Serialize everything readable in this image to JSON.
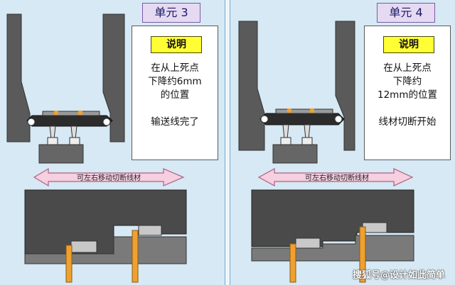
{
  "panels": [
    {
      "unit_label": "单元 3",
      "desc_title": "说明",
      "desc_text": "在从上死点\n下降约6mm\n的位置\n\n输送线完了",
      "arrow_label": "可左右移动切断线材"
    },
    {
      "unit_label": "单元 4",
      "desc_title": "说明",
      "desc_text": "在从上死点\n下降约\n12mm的位置\n\n线材切断开始",
      "arrow_label": "可左右移动切断线材"
    }
  ],
  "watermark": "搜狐号@设计如此简单",
  "colors": {
    "die_dark": "#4a4a4a",
    "die_mid": "#6e6e6e",
    "die_light": "#c8c8c8",
    "pin_orange": "#f0a030",
    "arrow_fill": "#f6cfe0",
    "arrow_stroke": "#b06080",
    "title_yellow": "#ffff33"
  }
}
